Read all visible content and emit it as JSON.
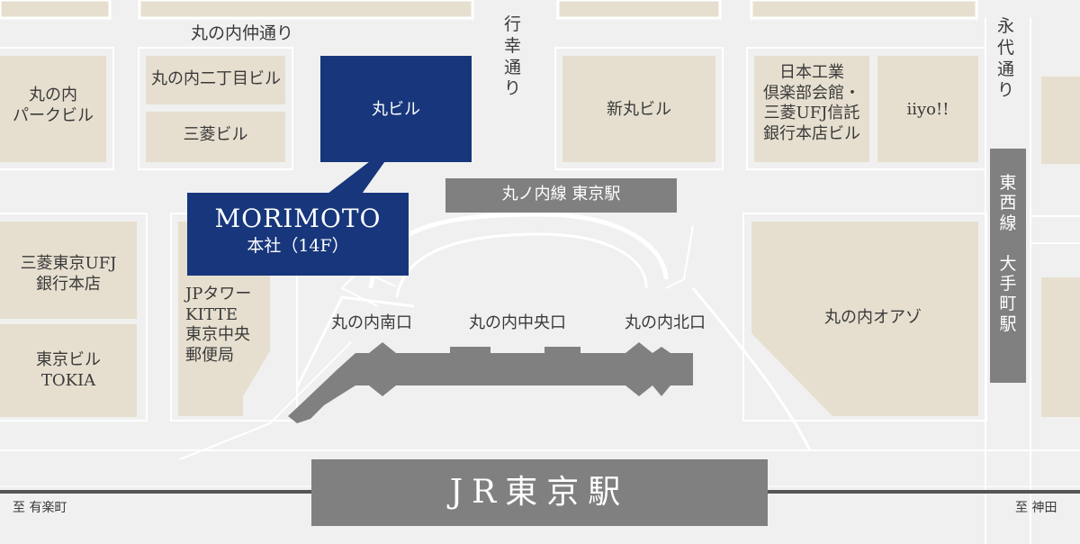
{
  "streets": {
    "marunouchi_naka": "丸の内仲通り",
    "gyoko": "行\n幸\n通\nり",
    "eitai": "永\n代\n通\nり"
  },
  "buildings": {
    "marunouchi_park": "丸の内\nパークビル",
    "marunouchi_nichome": "丸の内二丁目ビル",
    "mitsubishi": "三菱ビル",
    "maru_building": "丸ビル",
    "shin_maru": "新丸ビル",
    "nihon_kogyo": "日本工業\n倶楽部会館・\n三菱UFJ信託\n銀行本店ビル",
    "iiyo": "iiyo!!",
    "mufj_bank": "三菱東京UFJ\n銀行本店",
    "tokyo_building": "東京ビル\nTOKIA",
    "jp_tower": "JPタワー\nKITTE\n東京中央\n郵便局",
    "oazo": "丸の内オアゾ"
  },
  "stations": {
    "marunouchi_line": "丸ノ内線 東京駅",
    "tozai_line": "東\n西\n線\n \n大\n手\n町\n駅",
    "jr_tokyo": "JR東京駅"
  },
  "exits": {
    "south": "丸の内南口",
    "central": "丸の内中央口",
    "north": "丸の内北口"
  },
  "directions": {
    "left": "至 有楽町",
    "right": "至 神田"
  },
  "company": {
    "name": "MORIMOTO",
    "office": "本社（14F）"
  },
  "colors": {
    "block": "#e6dfcf",
    "block_outline": "#ffffff",
    "street": "#f0f0f0",
    "station_gray": "#808080",
    "station_dark": "#6e6e6e",
    "highlight_navy": "#17367c",
    "rail_line": "#555555",
    "text": "#3a3a3a"
  }
}
